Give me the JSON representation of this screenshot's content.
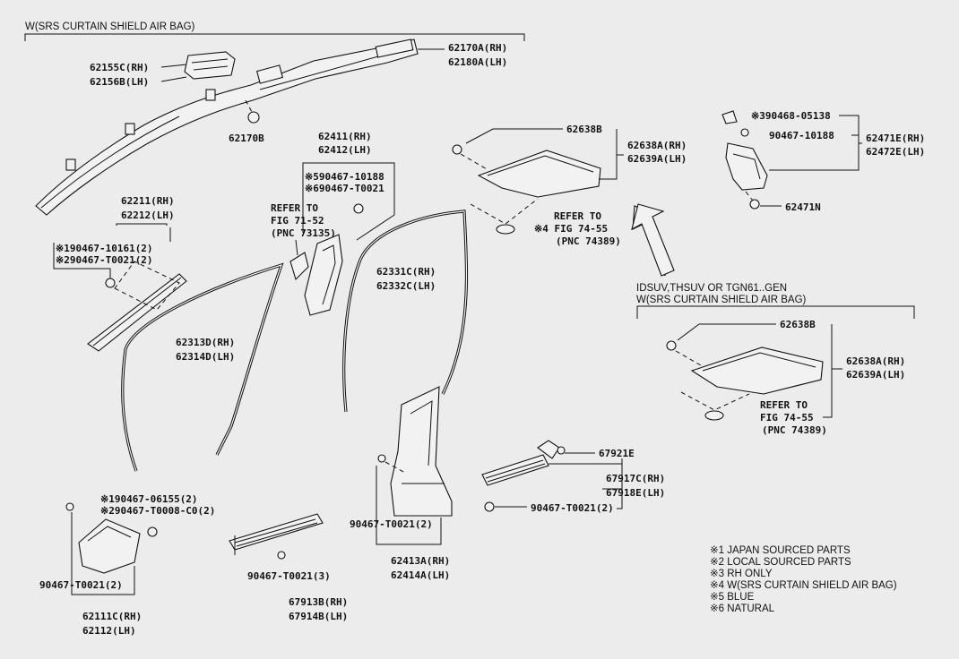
{
  "groups": {
    "srs_top": "W(SRS CURTAIN SHIELD AIR BAG)",
    "idsuv_line1": "IDSUV,THSUV OR TGN61..GEN",
    "idsuv_line2": "W(SRS CURTAIN SHIELD AIR BAG)"
  },
  "labels": {
    "p62155": [
      "62155C(RH)",
      "62156B(LH)"
    ],
    "p62170A": [
      "62170A(RH)",
      "62180A(LH)"
    ],
    "p62170B": "62170B",
    "p62211": [
      "62211(RH)",
      "62212(LH)"
    ],
    "p62211_clips": [
      "※190467-10161(2)",
      "※290467-T0021(2)"
    ],
    "p62411": [
      "62411(RH)",
      "62412(LH)"
    ],
    "p62411_clips": [
      "※590467-10188",
      "※690467-T0021"
    ],
    "refer_7152": [
      "REFER TO",
      "FIG 71-52",
      "(PNC 73135)"
    ],
    "p62313": [
      "62313D(RH)",
      "62314D(LH)"
    ],
    "p62331": [
      "62331C(RH)",
      "62332C(LH)"
    ],
    "p62638B_top": "62638B",
    "p62638A_top": [
      "62638A(RH)",
      "62639A(LH)"
    ],
    "refer_7455_top": [
      "REFER TO",
      "※4 FIG 74-55",
      "(PNC 74389)"
    ],
    "p62471E_clips": [
      "※390468-05138",
      "90467-10188"
    ],
    "p62471E": [
      "62471E(RH)",
      "62472E(LH)"
    ],
    "p62471N": "62471N",
    "p62638B_low": "62638B",
    "p62638A_low": [
      "62638A(RH)",
      "62639A(LH)"
    ],
    "refer_7455_low": [
      "REFER TO",
      "FIG 74-55",
      "(PNC 74389)"
    ],
    "p67921E": "67921E",
    "p67917C": [
      "67917C(RH)",
      "67918E(LH)"
    ],
    "p67917_clip": "90467-T0021(2)",
    "p62413_clip": "90467-T0021(2)",
    "p62413A": [
      "62413A(RH)",
      "62414A(LH)"
    ],
    "p67913_clip": "90467-T0021(3)",
    "p67913B": [
      "67913B(RH)",
      "67914B(LH)"
    ],
    "p62111_clips": [
      "※190467-06155(2)",
      "※290467-T0008-C0(2)"
    ],
    "p62111_clip2": "90467-T0021(2)",
    "p62111C": [
      "62111C(RH)",
      "62112(LH)"
    ]
  },
  "notes": [
    "※1 JAPAN SOURCED PARTS",
    "※2 LOCAL SOURCED PARTS",
    "※3 RH ONLY",
    "※4 W(SRS CURTAIN SHIELD AIR BAG)",
    "※5 BLUE",
    "※6 NATURAL"
  ]
}
